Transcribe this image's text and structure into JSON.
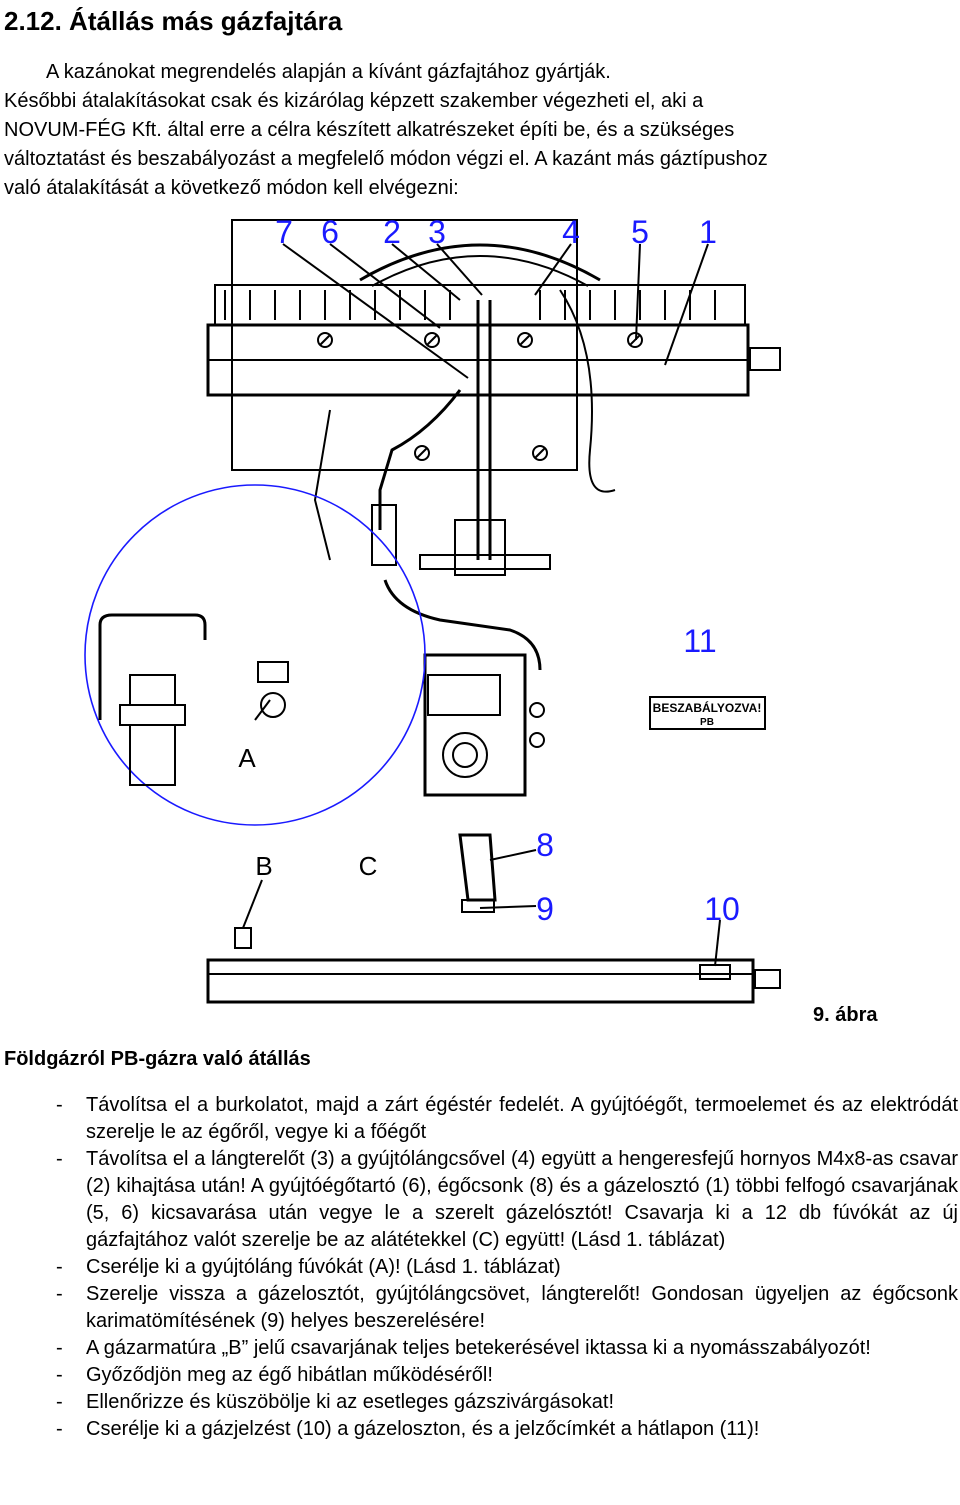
{
  "title": "2.12. Átállás más gázfajtára",
  "intro": [
    "A kazánokat megrendelés alapján a kívánt gázfajtához gyártják.",
    "Későbbi átalakításokat csak és kizárólag képzett szakember végezheti el, aki a",
    "NOVUM-FÉG Kft. által erre a célra készített alkatrészeket építi be, és a szükséges",
    "változtatást és beszabályozást a megfelelő módon végzi el. A kazánt más gáztípushoz",
    "való átalakítását a következő módon kell elvégezni:"
  ],
  "diagram": {
    "numbers": [
      "7",
      "6",
      "2",
      "3",
      "4",
      "5",
      "1",
      "11",
      "8",
      "9",
      "10"
    ],
    "letters": [
      "A",
      "B",
      "C"
    ],
    "label_line1": "BESZABÁLYOZVA!",
    "label_line2": "PB"
  },
  "subheading": "Földgázról PB-gázra való átállás",
  "figure_label": "9. ábra",
  "steps": [
    "Távolítsa el a burkolatot, majd a zárt égéstér fedelét. A gyújtóégőt, termoelemet és az elektródát szerelje le az égőről, vegye ki a főégőt",
    "Távolítsa el a lángterelőt (3) a gyújtólángcsővel (4) együtt a hengeresfejű hornyos M4x8-as csavar (2) kihajtása után! A gyújtóégőtartó (6), égőcsonk (8) és a gázelosztó (1) többi felfogó csavarjának (5, 6) kicsavarása után vegye le a szerelt gázelósztót! Csavarja ki a 12 db fúvókát az új gázfajtához valót szerelje be az alátétekkel (C) együtt! (Lásd 1. táblázat)",
    "Cserélje ki a gyújtóláng fúvókát (A)! (Lásd 1. táblázat)",
    "Szerelje vissza a gázelosztót, gyújtólángcsövet, lángterelőt! Gondosan ügyeljen az égőcsonk karimatömítésének (9) helyes beszerelésére!",
    "A gázarmatúra „B” jelű csavarjának teljes betekerésével iktassa ki a nyomásszabályozót!",
    "Győződjön meg az égő hibátlan működéséről!",
    "Ellenőrizze és küszöbölje ki az esetleges gázszivárgásokat!",
    "Cserélje ki a gázjelzést (10) a gázeloszton, és a jelzőcímkét a hátlapon (11)!"
  ]
}
